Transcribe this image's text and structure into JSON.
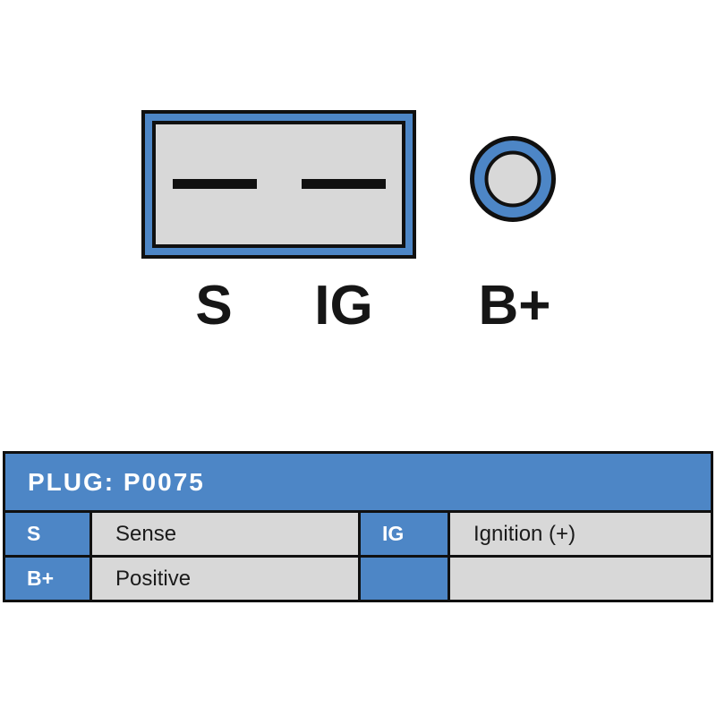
{
  "diagram": {
    "pin_labels": [
      "S",
      "IG",
      "B+"
    ],
    "terminals": [
      "slot-terminal-s",
      "slot-terminal-ig",
      "ring-terminal-bplus"
    ]
  },
  "table": {
    "title": "PLUG: P0075",
    "rows": [
      {
        "cells": [
          {
            "key": "S",
            "desc": "Sense"
          },
          {
            "key": "IG",
            "desc": "Ignition (+)"
          }
        ]
      },
      {
        "cells": [
          {
            "key": "B+",
            "desc": "Positive"
          },
          {
            "key": "",
            "desc": ""
          }
        ]
      }
    ]
  },
  "colors": {
    "accent_blue": "#4d86c6",
    "cell_gray": "#d8d8d8",
    "ink": "#101010",
    "background": "#ffffff"
  }
}
